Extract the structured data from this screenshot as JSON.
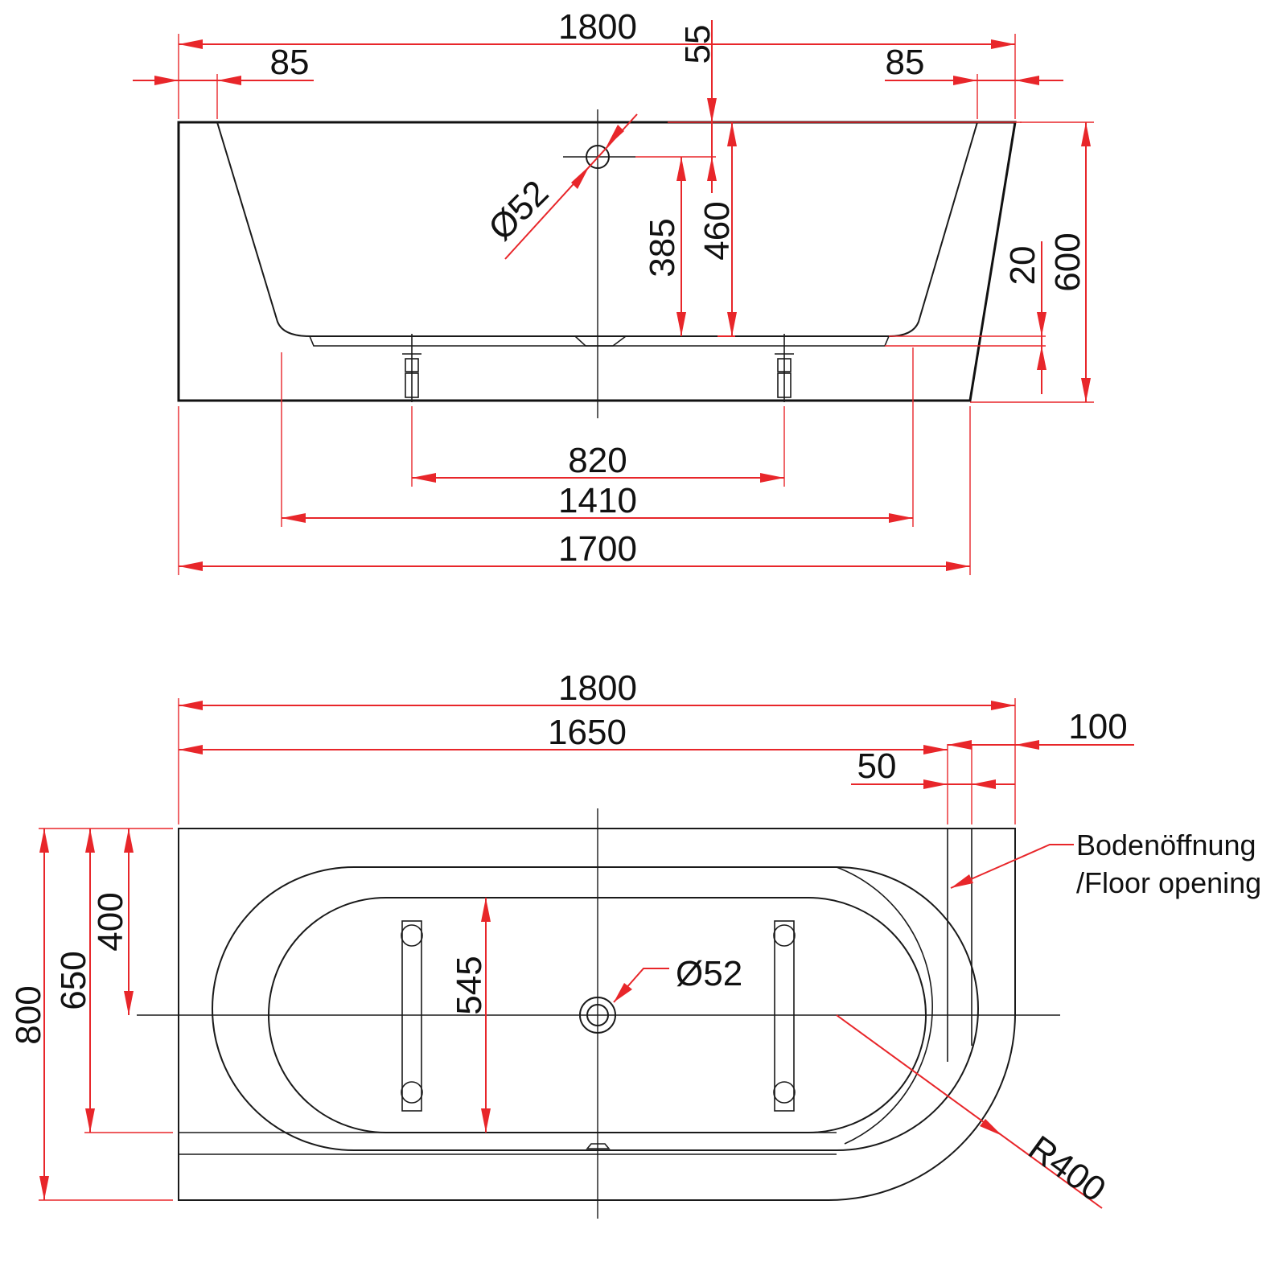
{
  "colors": {
    "dimension": "#e8262a",
    "outline": "#1a1a1a",
    "background": "#ffffff"
  },
  "side_view": {
    "overall_width": "1800",
    "left_rim": "85",
    "right_rim": "85",
    "top_offset": "55",
    "drain_diameter": "Ø52",
    "interior_height": "385",
    "drain_height": "460",
    "base_step": "20",
    "overall_height": "600",
    "feet_spacing": "820",
    "base_length": "1410",
    "floor_length": "1700"
  },
  "top_view": {
    "overall_width": "1800",
    "inner_width": "1650",
    "floor_opening_width": "100",
    "floor_opening_offset": "50",
    "overall_depth": "800",
    "inner_depth": "650",
    "center_depth": "400",
    "basin_width": "545",
    "drain_diameter": "Ø52",
    "corner_radius": "R400",
    "floor_opening_label_de": "Bodenöffnung",
    "floor_opening_label_en": "/Floor opening"
  }
}
